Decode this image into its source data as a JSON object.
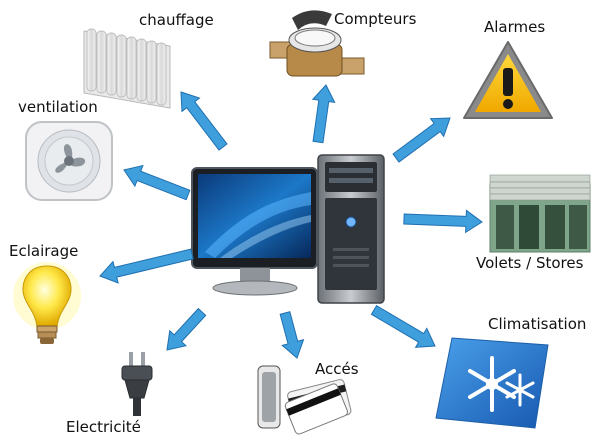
{
  "labels": {
    "chauffage": "chauffage",
    "compteurs": "Compteurs",
    "alarmes": "Alarmes",
    "ventilation": "ventilation",
    "volets": "Volets / Stores",
    "eclairage": "Eclairage",
    "climatisation": "Climatisation",
    "electricite": "Electricité",
    "acces": "Accés"
  },
  "colors": {
    "arrow": "#3f9fdc",
    "arrow_outline": "#1f6fb0",
    "warning_yellow": "#f5c400",
    "snow_blue": "#2d7fd1"
  },
  "icons": {
    "center": "desktop-computer",
    "chauffage": "radiator",
    "compteurs": "water-meter",
    "alarmes": "warning-sign",
    "ventilation": "ventilation-fan",
    "volets": "roller-shutter-house",
    "eclairage": "light-bulb",
    "climatisation": "snowflake",
    "electricite": "power-plug",
    "acces": "access-badge-cards"
  }
}
